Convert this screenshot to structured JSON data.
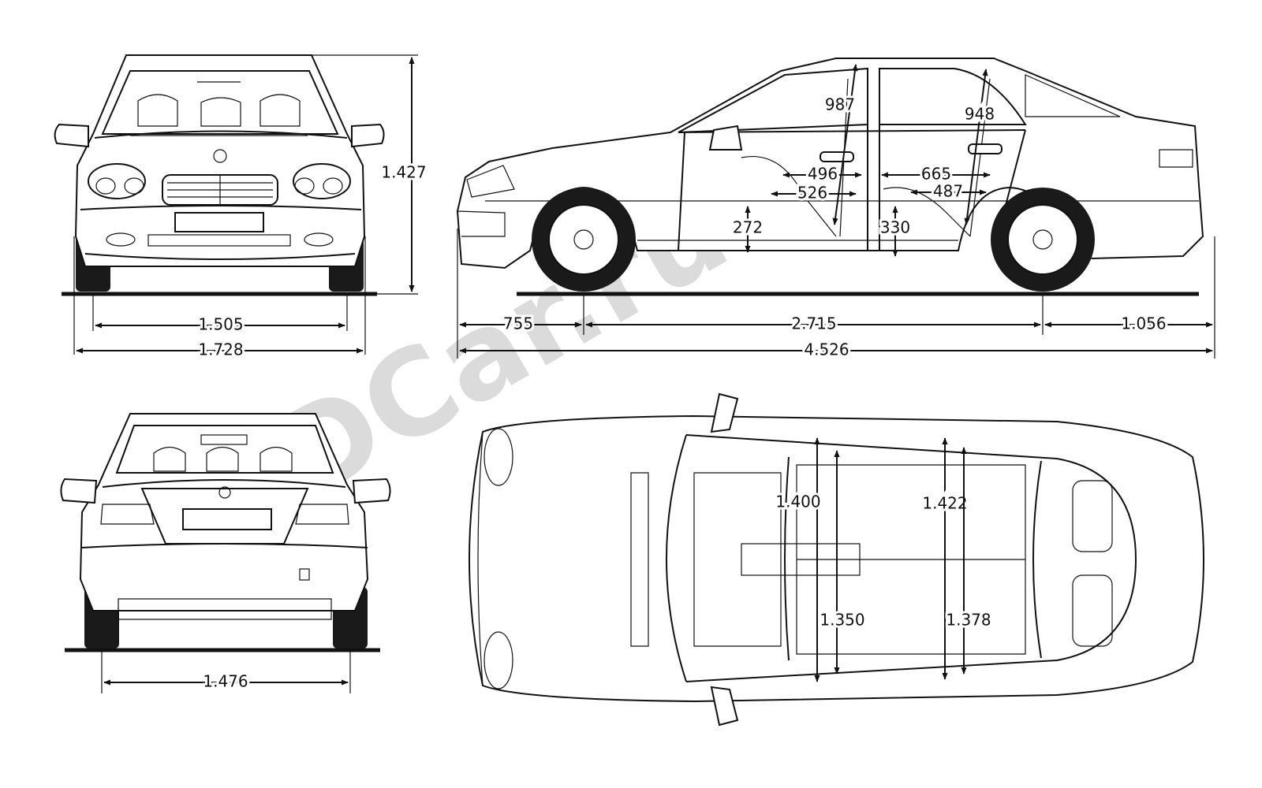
{
  "watermark": "3DCar.ru",
  "front_view": {
    "height": "1.427",
    "track": "1.505",
    "width": "1.728"
  },
  "rear_view": {
    "track": "1.476"
  },
  "side_view": {
    "front_overhang": "755",
    "wheelbase": "2.715",
    "rear_overhang": "1.056",
    "length": "4.526",
    "front_headroom": "987",
    "rear_headroom": "948",
    "front_legroom_a": "496",
    "front_legroom_b": "526",
    "rear_legroom_a": "665",
    "rear_legroom_b": "487",
    "front_seat_height": "272",
    "rear_seat_height": "330"
  },
  "top_view": {
    "front_shoulder": "1.400",
    "front_hip": "1.350",
    "rear_shoulder": "1.422",
    "rear_hip": "1.378"
  }
}
